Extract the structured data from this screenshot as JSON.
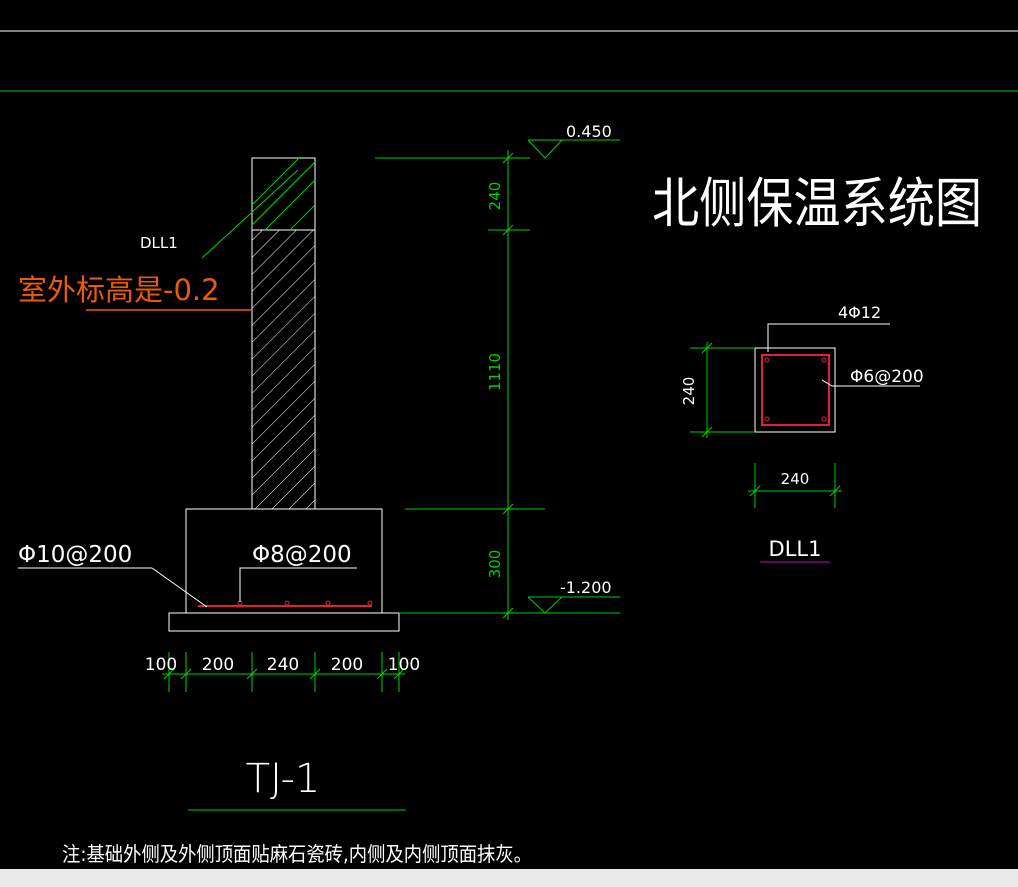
{
  "colors": {
    "background": "#000000",
    "structure": "#ffffff",
    "dimension": "#00d000",
    "guide": "#19c419",
    "accent_orange": "#e85a0c",
    "rebar": "#e0203a",
    "magenta": "#c000c0",
    "status_bar": "#e9e9e9"
  },
  "title": "北侧保温系统图",
  "levels": {
    "top": "0.450",
    "bottom": "-1.200"
  },
  "labels": {
    "beam": "DLL1",
    "outdoor_elevation": "室外标高是-0.2",
    "footing_bottom_rebar": "Φ10@200",
    "footing_top_rebar": "Φ8@200",
    "section_longitudinal_rebar": "4Φ12",
    "section_stirrup": "Φ6@200",
    "section_name": "DLL1",
    "drawing_name": "TJ-1"
  },
  "vertical_dims": [
    "240",
    "1110",
    "300"
  ],
  "horizontal_dims": [
    "100",
    "200",
    "240",
    "200",
    "100"
  ],
  "section_dims": {
    "height": "240",
    "width": "240"
  },
  "note": "注:基础外侧及外侧顶面贴麻石瓷砖,内侧及内侧顶面抹灰。"
}
